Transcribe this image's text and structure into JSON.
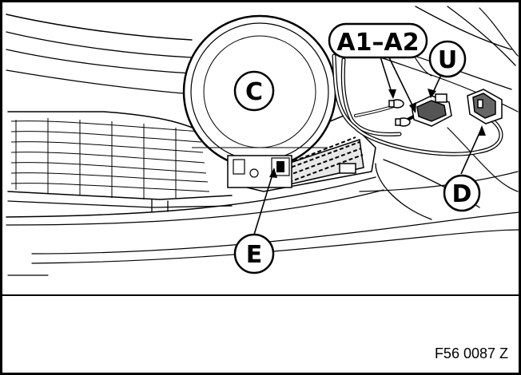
{
  "labels": {
    "c": "C",
    "a1a2": "A1–A2",
    "u": "U",
    "d": "D",
    "e": "E"
  },
  "reference": "F56 0087 Z"
}
